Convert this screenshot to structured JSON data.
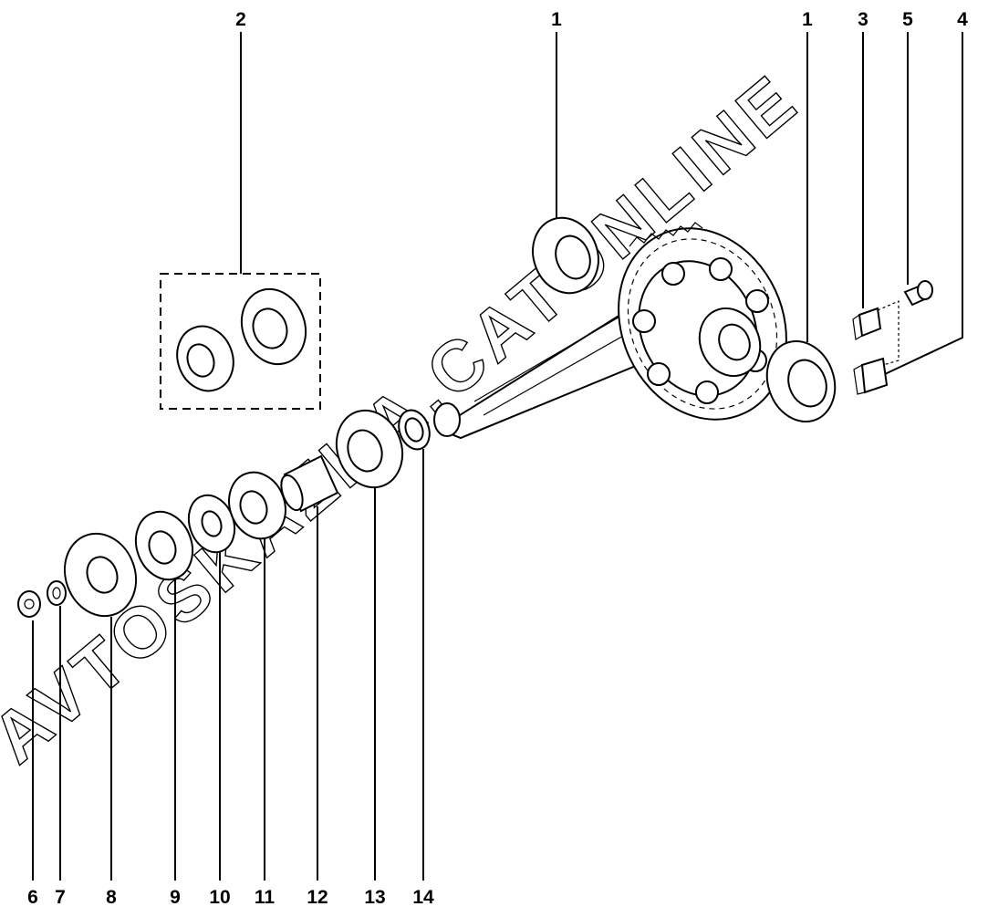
{
  "watermark": "AVTOSKAZKA.CATONLINE",
  "callouts": [
    {
      "id": "1a",
      "label": "1"
    },
    {
      "id": "1b",
      "label": "1"
    },
    {
      "id": "2",
      "label": "2"
    },
    {
      "id": "3",
      "label": "3"
    },
    {
      "id": "4",
      "label": "4"
    },
    {
      "id": "5",
      "label": "5"
    },
    {
      "id": "6",
      "label": "6"
    },
    {
      "id": "7",
      "label": "7"
    },
    {
      "id": "8",
      "label": "8"
    },
    {
      "id": "9",
      "label": "9"
    },
    {
      "id": "10",
      "label": "10"
    },
    {
      "id": "11",
      "label": "11"
    },
    {
      "id": "12",
      "label": "12"
    },
    {
      "id": "13",
      "label": "13"
    },
    {
      "id": "14",
      "label": "14"
    }
  ]
}
